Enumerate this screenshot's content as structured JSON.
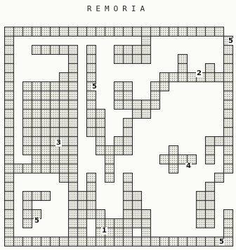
{
  "title": "REMORIA",
  "board": {
    "theme": "wargame-map-terrain-grid",
    "colors": {
      "cell_fill": "#efefe8",
      "cell_border": "#222222",
      "background": "#fbfbf8"
    },
    "number_labels": [
      {
        "id": "label-5-top-right",
        "text": "5"
      },
      {
        "id": "label-2",
        "text": "2"
      },
      {
        "id": "label-5-mid",
        "text": "5"
      },
      {
        "id": "label-3",
        "text": "3"
      },
      {
        "id": "label-4",
        "text": "4"
      },
      {
        "id": "label-5-bottom-left",
        "text": "5"
      },
      {
        "id": "label-1",
        "text": "1"
      },
      {
        "id": "label-5-bottom-right",
        "text": "5"
      }
    ]
  }
}
